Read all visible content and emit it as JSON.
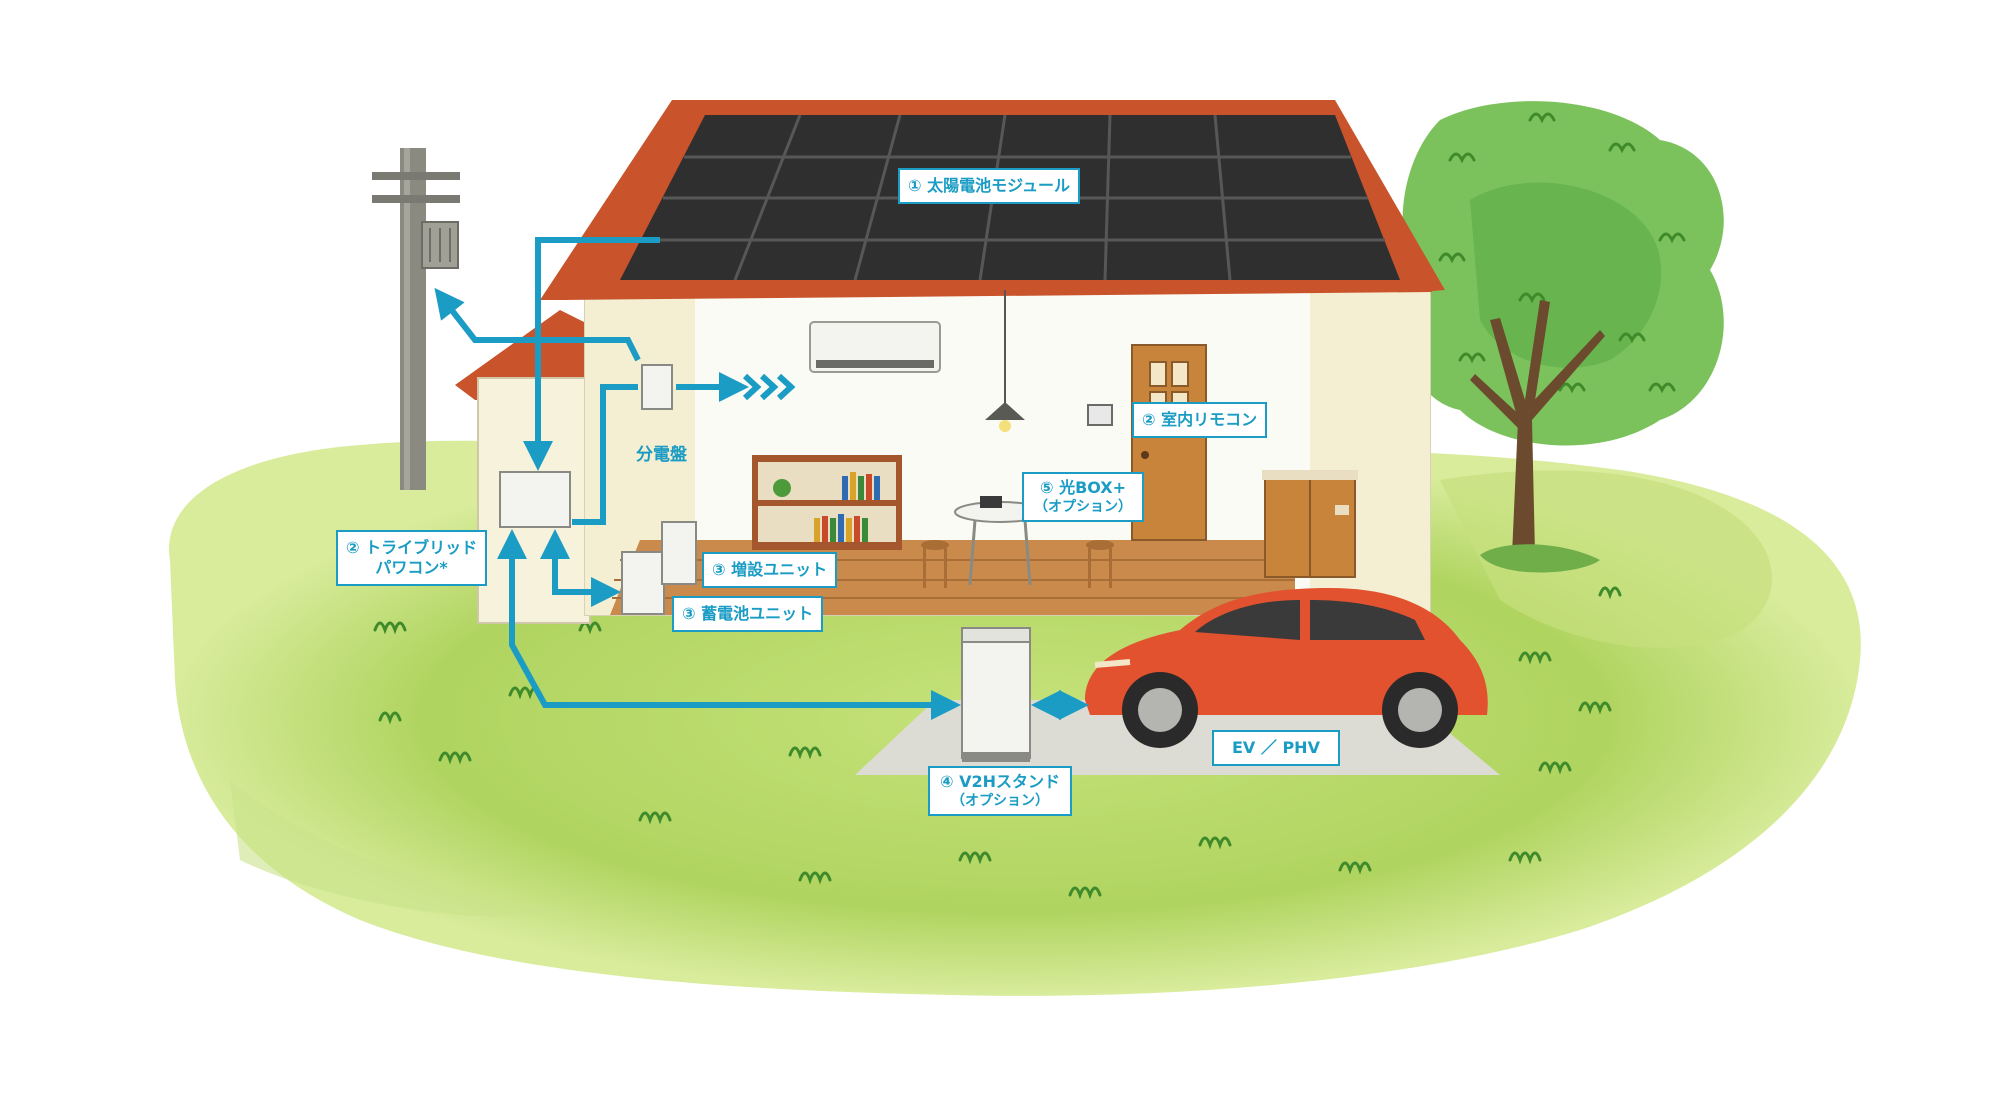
{
  "labels": {
    "solar_module": "① 太陽電池モジュール",
    "indoor_remote": "② 室内リモコン",
    "tribrid_line1": "② トライブリッド",
    "tribrid_line2": "パワコン*",
    "distribution_board": "分電盤",
    "expansion_unit": "③ 増設ユニット",
    "battery_unit": "③ 蓄電池ユニット",
    "hikari_box_line1": "⑤ 光BOX+",
    "hikari_box_line2": "（オプション）",
    "v2h_line1": "④ V2Hスタンド",
    "v2h_line2": "（オプション）",
    "ev_phv": "EV ／ PHV"
  },
  "colors": {
    "accent": "#1a9cc4",
    "roof": "#c9532a",
    "panel": "#2f2f2f",
    "wall": "#fbfbf6",
    "grass": "#a9cf5a",
    "car": "#e2522f",
    "floor": "#c98a4b"
  }
}
